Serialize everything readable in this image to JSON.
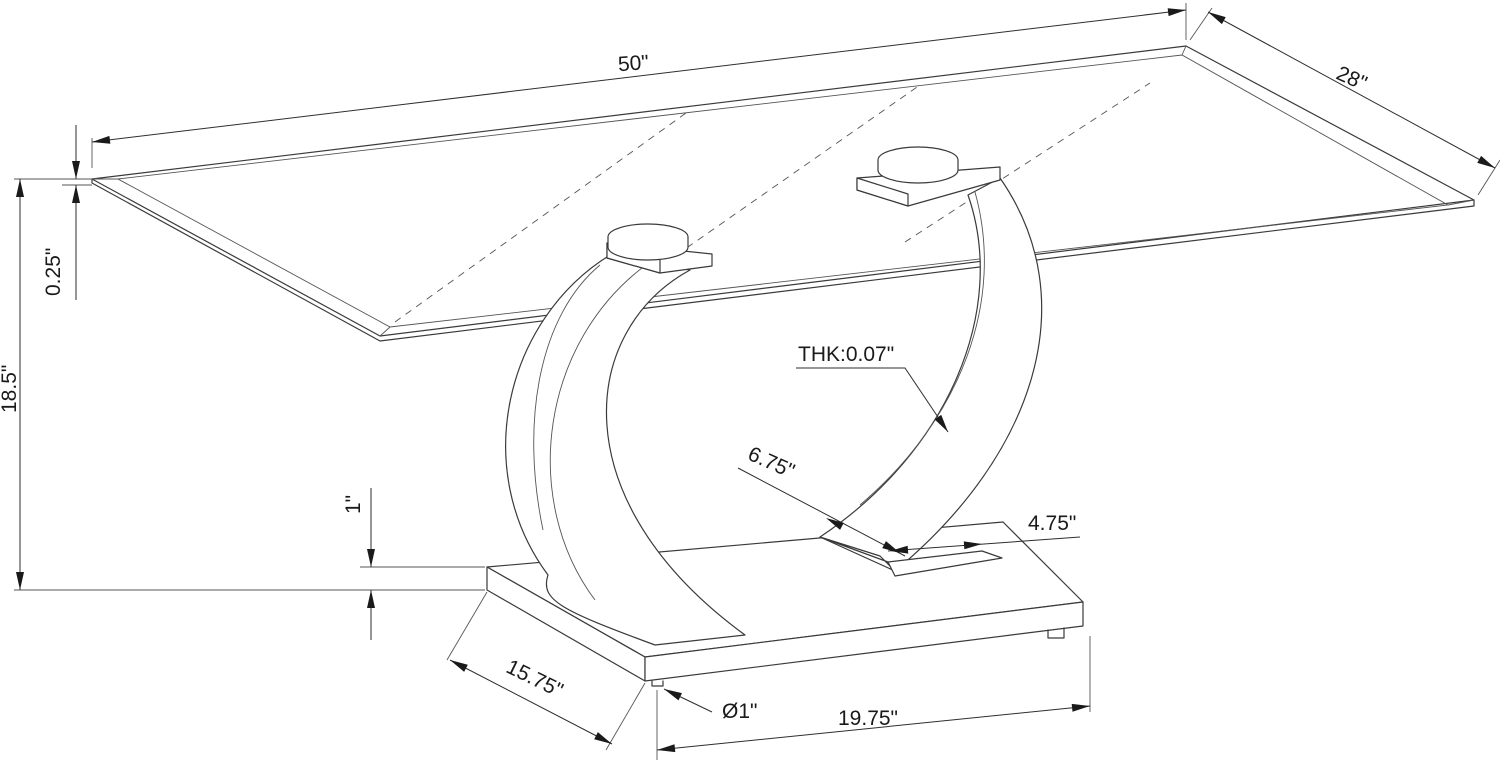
{
  "dimensions": {
    "top_length": "50\"",
    "top_width": "28\"",
    "glass_thickness": "0.25\"",
    "total_height": "18.5\"",
    "base_thickness": "1\"",
    "leg_thickness": "THK:0.07\"",
    "leg_width": "6.75\"",
    "plate_width": "4.75\"",
    "base_depth": "15.75\"",
    "foot_diameter": "Ø1\"",
    "base_length": "19.75\""
  }
}
